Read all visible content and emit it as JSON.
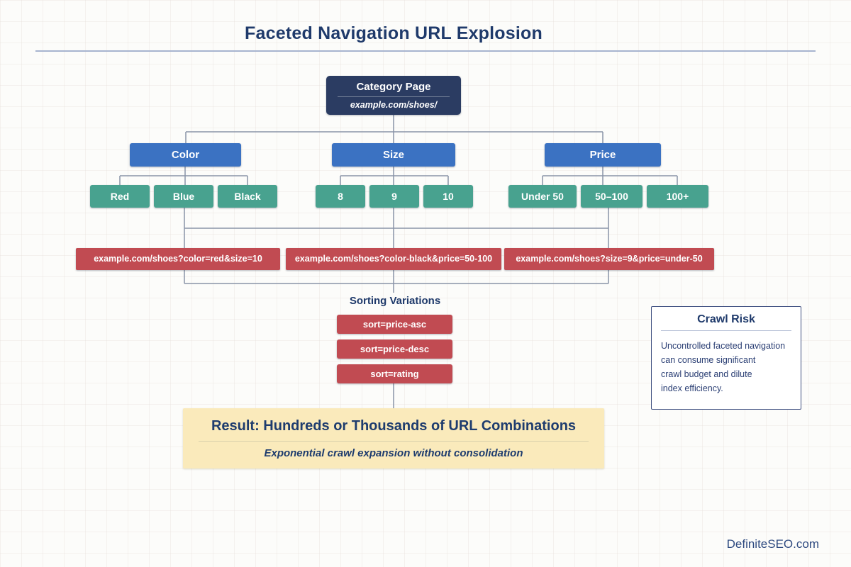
{
  "title": "Faceted Navigation URL Explosion",
  "root": {
    "title": "Category Page",
    "url": "example.com/shoes/"
  },
  "facets": [
    {
      "label": "Color",
      "values": [
        "Red",
        "Blue",
        "Black"
      ]
    },
    {
      "label": "Size",
      "values": [
        "8",
        "9",
        "10"
      ]
    },
    {
      "label": "Price",
      "values": [
        "Under 50",
        "50–100",
        "100+"
      ]
    }
  ],
  "url_examples": [
    "example.com/shoes?color=red&size=10",
    "example.com/shoes?color-black&price=50-100",
    "example.com/shoes?size=9&price=under-50"
  ],
  "sorting": {
    "heading": "Sorting Variations",
    "variants": [
      "sort=price-asc",
      "sort=price-desc",
      "sort=rating"
    ]
  },
  "result": {
    "title": "Result: Hundreds or Thousands of URL Combinations",
    "subtitle": "Exponential crawl expansion without consolidation"
  },
  "crawl_risk": {
    "title": "Crawl Risk",
    "lines": [
      "Uncontrolled faceted navigation",
      "can consume significant",
      "crawl budget and dilute",
      "index efficiency."
    ]
  },
  "footer": {
    "brand": "DefiniteSEO.com"
  },
  "colors": {
    "root_navy": "#2b3c62",
    "facet_blue": "#3b72c2",
    "value_teal": "#48a28f",
    "url_red": "#c14b52",
    "result_yellow": "#faeabb",
    "heading_navy": "#1f3a6b",
    "connector_gray": "#8a94a8"
  }
}
